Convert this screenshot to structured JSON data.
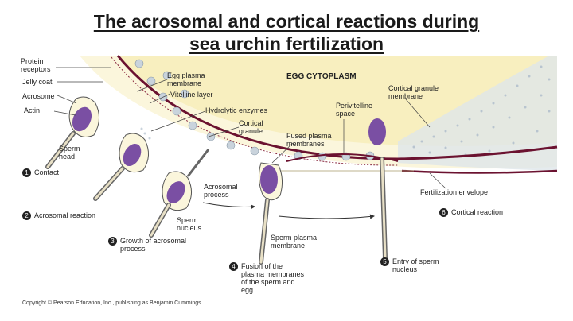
{
  "title": {
    "line1": "The acrosomal and cortical reactions during",
    "line2": "sea urchin fertilization"
  },
  "labels": {
    "protein_receptors": "Protein\nreceptors",
    "jelly_coat": "Jelly coat",
    "acrosome": "Acrosome",
    "actin": "Actin",
    "sperm_head": "Sperm\nhead",
    "egg_plasma_membrane": "Egg plasma\nmembrane",
    "vitelline_layer": "Vitelline layer",
    "hydrolytic_enzymes": "Hydrolytic enzymes",
    "cortical_granule": "Cortical\ngranule",
    "egg_cytoplasm": "EGG CYTOPLASM",
    "fused_plasma_membranes": "Fused plasma\nmembranes",
    "perivitelline_space": "Perivitelline\nspace",
    "cortical_granule_membrane": "Cortical granule\nmembrane",
    "acrosomal_process": "Acrosomal\nprocess",
    "sperm_nucleus": "Sperm\nnucleus",
    "sperm_plasma_membrane": "Sperm plasma\nmembrane",
    "fertilization_envelope": "Fertilization envelope"
  },
  "steps": [
    {
      "num": "1",
      "text": "Contact"
    },
    {
      "num": "2",
      "text": "Acrosomal reaction"
    },
    {
      "num": "3",
      "text": "Growth of acrosomal\nprocess"
    },
    {
      "num": "4",
      "text": "Fusion of the\nplasma membranes\nof the sperm and\negg."
    },
    {
      "num": "5",
      "text": "Entry of sperm\nnucleus"
    },
    {
      "num": "6",
      "text": "Cortical reaction"
    }
  ],
  "copyright": "Copyright © Pearson Education, Inc., publishing as Benjamin Cummings.",
  "colors": {
    "cytoplasm": "#f8efbf",
    "jelly": "#fbf6dc",
    "membrane": "#6b1230",
    "granule": "#c9d3dc",
    "sperm": "#7a4fa3",
    "envelope_dots": "#b8c4cf"
  }
}
